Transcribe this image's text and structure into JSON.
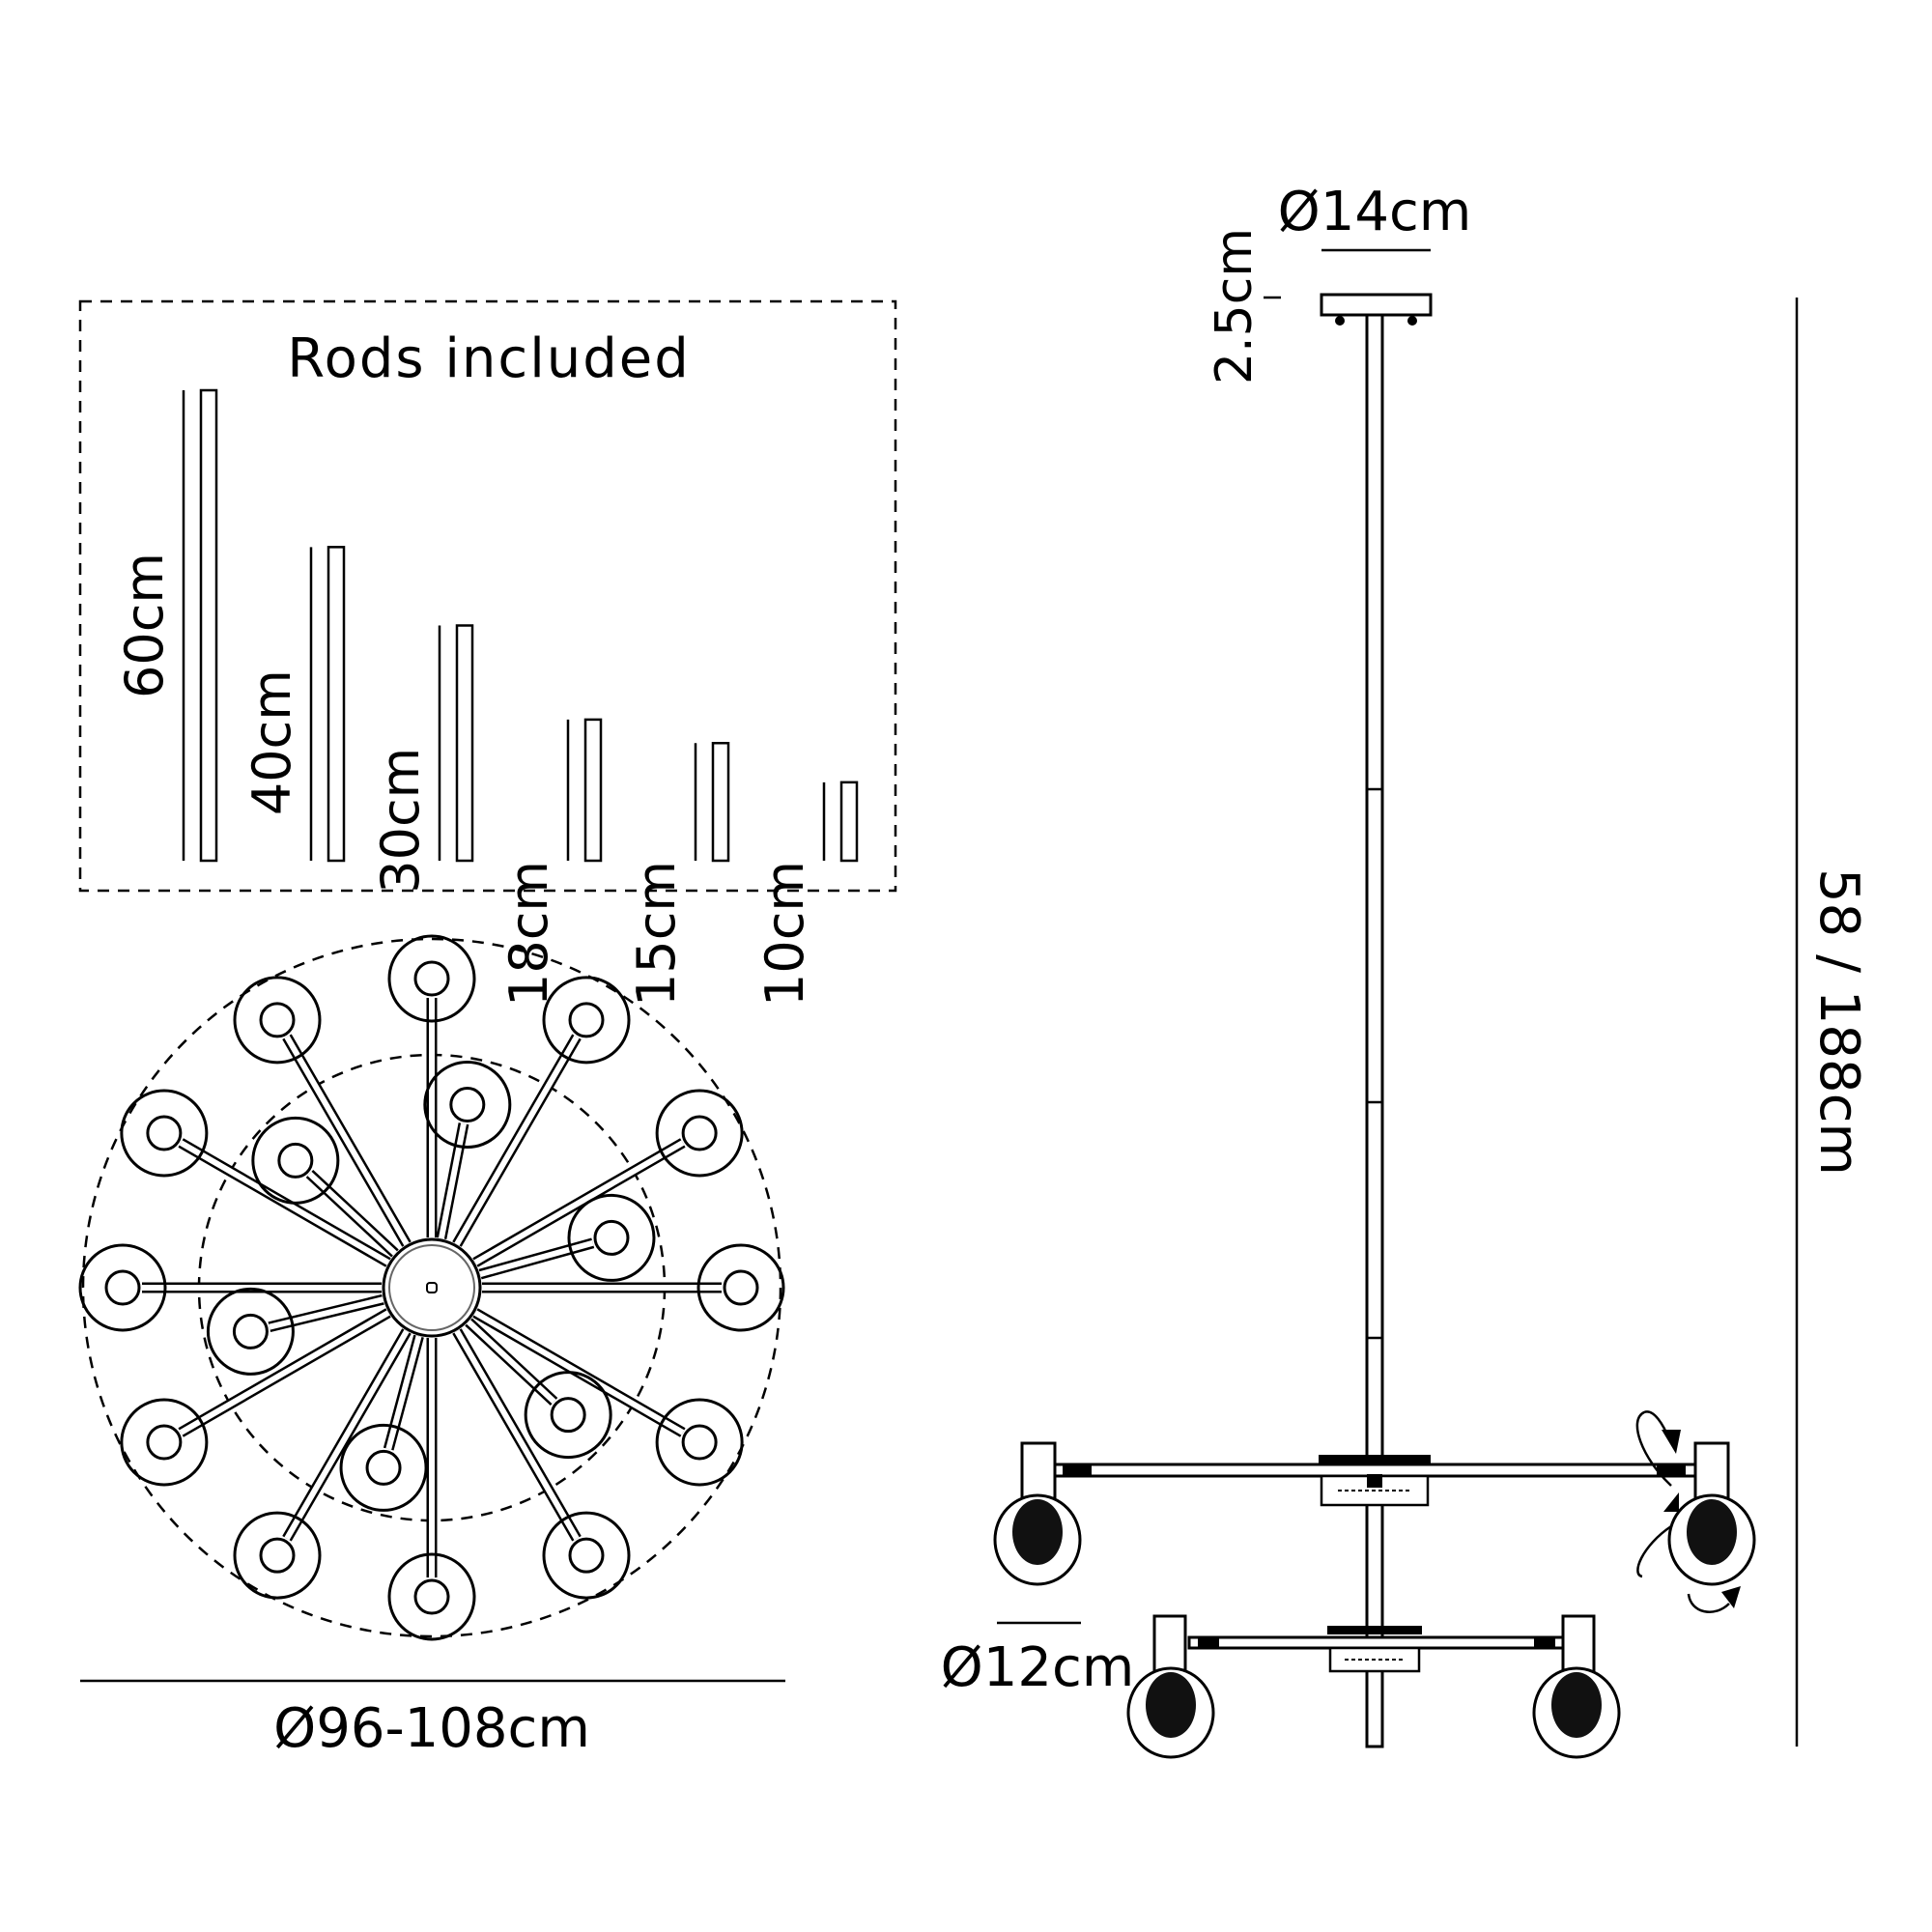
{
  "rods_panel": {
    "title": "Rods included",
    "rods": [
      {
        "label": "60cm",
        "length_cm": 60
      },
      {
        "label": "40cm",
        "length_cm": 40
      },
      {
        "label": "30cm",
        "length_cm": 30
      },
      {
        "label": "18cm",
        "length_cm": 18
      },
      {
        "label": "15cm",
        "length_cm": 15
      },
      {
        "label": "10cm",
        "length_cm": 10
      }
    ]
  },
  "top_view": {
    "diameter_label": "Ø96-108cm"
  },
  "side_view": {
    "canopy_diameter_label": "Ø14cm",
    "canopy_height_label": "2.5cm",
    "height_label": "58 / 188cm",
    "shade_diameter_label": "Ø12cm"
  }
}
